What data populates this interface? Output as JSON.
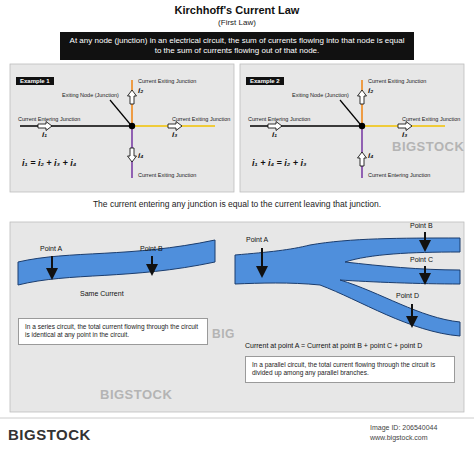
{
  "diagram": {
    "title": "Kirchhoff's Current Law",
    "nodes": [
      {
        "text": [
          "At any node (junction) in an electrical circuit, the sum of currents flowing into that node is equal to the sum of currents flowing out of that node."
        ]
      },
      {
        "text": [
          "Example 1"
        ]
      },
      {
        "text": [
          "Example 2"
        ]
      },
      {
        "text": [
          "In a series circuit, the total current flowing through the circuit is identical at any point in the circuit."
        ]
      },
      {
        "text": [
          "In a parallel circuit, the total current flowing through the circuit is divided up among any parallel branches."
        ]
      }
    ],
    "labels": [
      "(First Law)",
      "Current Exiting Junction",
      "Exiting Node (Junction)",
      "Current Entering Junction",
      "Current Exiting Junction",
      "Current Exiting Junction",
      "i₁",
      "i₂",
      "i₃",
      "i₄",
      "i₁ = i₂ + i₃ + i₄",
      "Current Exiting Junction",
      "Exiting Node (Junction)",
      "Current Entering Junction",
      "Current Exiting Junction",
      "Current Entering Junction",
      "i₁",
      "i₂",
      "i₃",
      "i₄",
      "i₁ + i₄ = i₂ + i₃",
      "The current entering any junction is equal to the current leaving that junction.",
      "Point A",
      "Point B",
      "Same Current",
      "Point A",
      "Point B",
      "Point C",
      "Point D",
      "Current at point A = Current at point B + point C + point D",
      "BIGSTOCK",
      "BIG",
      "BIGSTOCK",
      "BIGSTOCK",
      "Image ID: 206540044",
      "www.bigstock.com"
    ]
  }
}
